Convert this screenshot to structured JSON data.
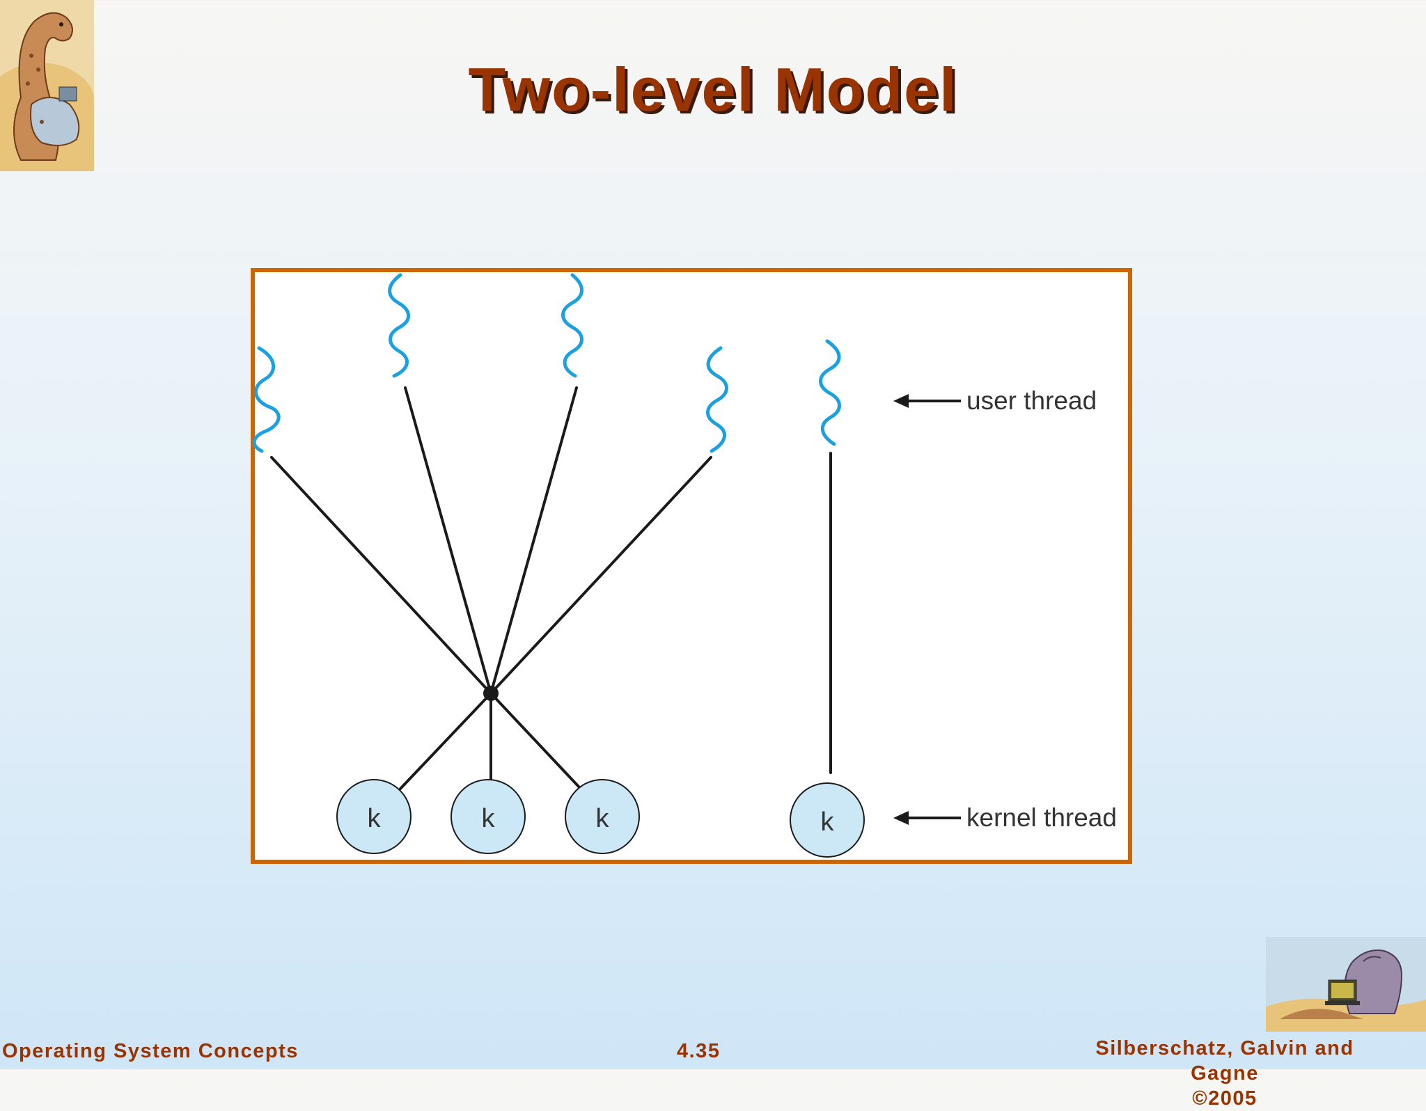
{
  "slide": {
    "title": "Two-level Model"
  },
  "diagram": {
    "user_thread_label": "user thread",
    "kernel_thread_label": "kernel thread",
    "kernel_node_label": "k",
    "kernel_nodes": [
      "k",
      "k",
      "k",
      "k"
    ],
    "colors": {
      "frame": "#cc6600",
      "user_thread": "#1ba1e2",
      "kernel_fill": "#cce8f7",
      "line": "#1a1a1a"
    }
  },
  "footer": {
    "left": "Operating System Concepts",
    "center": "4.35",
    "right_line1": "Silberschatz, Galvin and Gagne",
    "right_line2": "©2005"
  },
  "icons": {
    "top_left": "dinosaur-illustration-icon",
    "bottom_right": "dinosaur-laptop-icon"
  }
}
